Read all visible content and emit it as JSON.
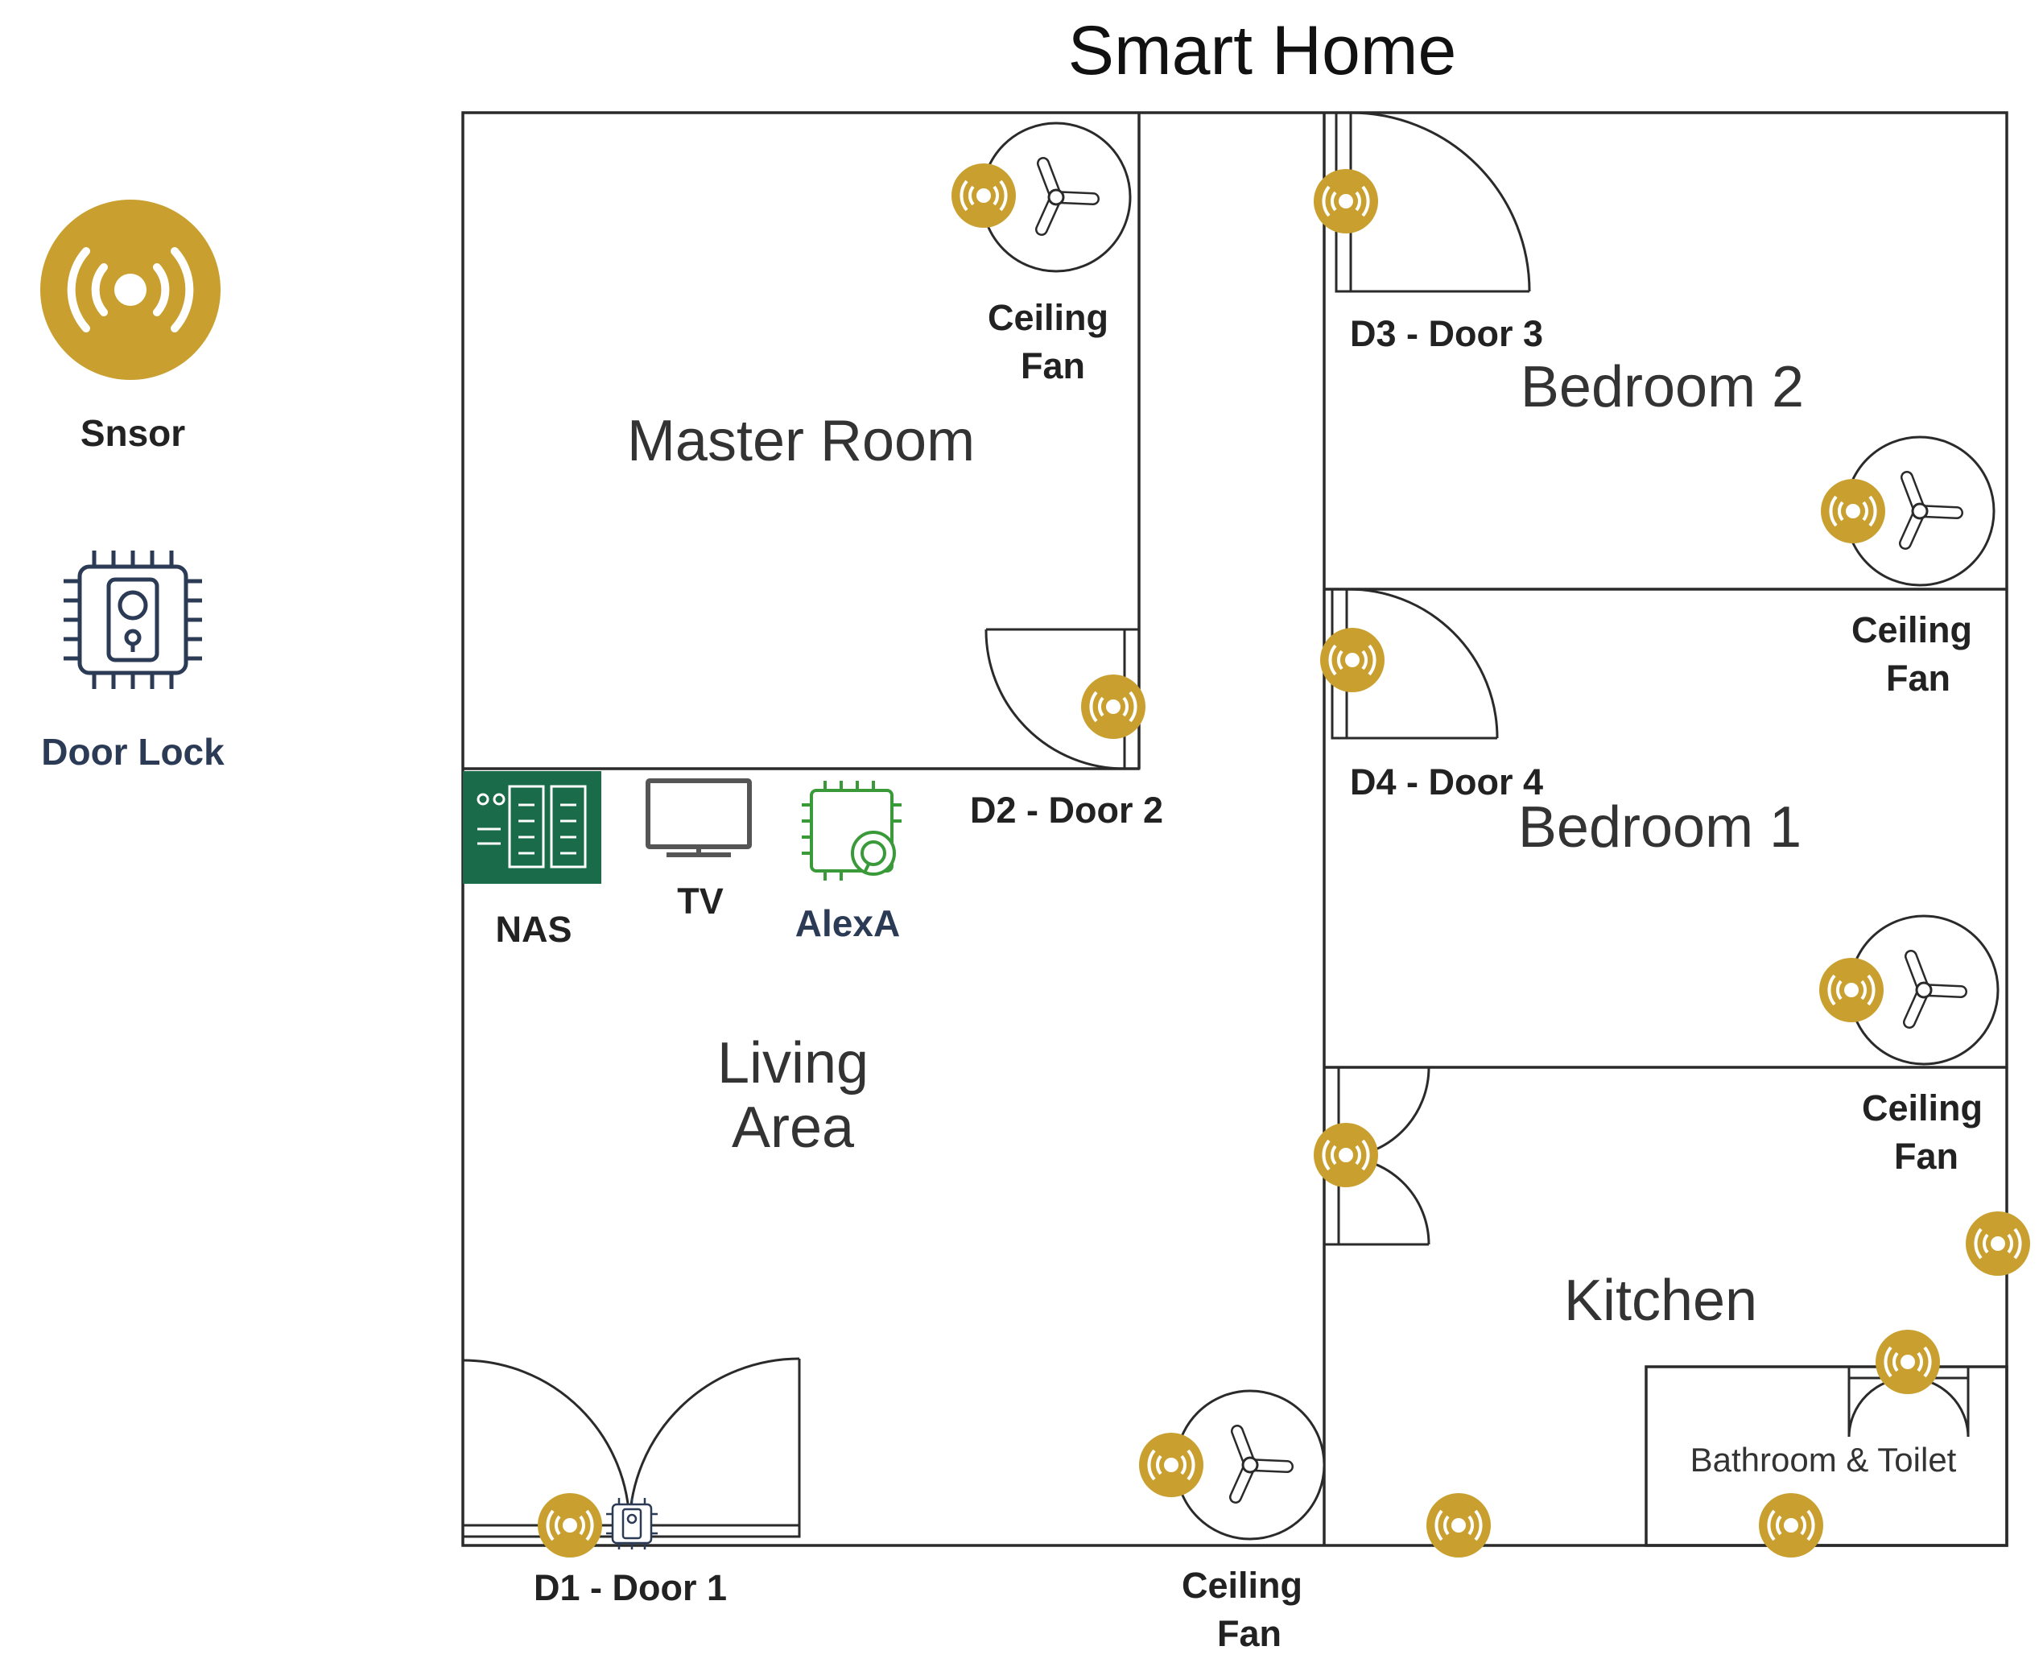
{
  "title": "Smart Home",
  "legend": {
    "sensor_label": "Snsor",
    "door_lock_label": "Door Lock"
  },
  "rooms": {
    "master": "Master Room",
    "bedroom2": "Bedroom 2",
    "bedroom1": "Bedroom 1",
    "living_line1": "Living",
    "living_line2": "Area",
    "kitchen": "Kitchen",
    "bathroom": "Bathroom & Toilet"
  },
  "doors": {
    "d1": "D1 - Door 1",
    "d2": "D2 - Door 2",
    "d3": "D3 - Door 3",
    "d4": "D4 - Door 4"
  },
  "fan_label_line1": "Ceiling",
  "fan_label_line2": "Fan",
  "devices": {
    "nas": "NAS",
    "tv": "TV",
    "alexa": "AlexA"
  },
  "colors": {
    "sensor": "#c9a030",
    "door_lock": "#2b3a55",
    "nas": "#1a6b4a",
    "alexa": "#3a9a3a",
    "walls": "#2a2a2a"
  },
  "icons": {
    "sensor": "sensor-icon",
    "door_lock": "door-lock-icon",
    "fan": "ceiling-fan-icon",
    "nas": "nas-icon",
    "tv": "tv-icon",
    "alexa": "alexa-chip-icon"
  }
}
